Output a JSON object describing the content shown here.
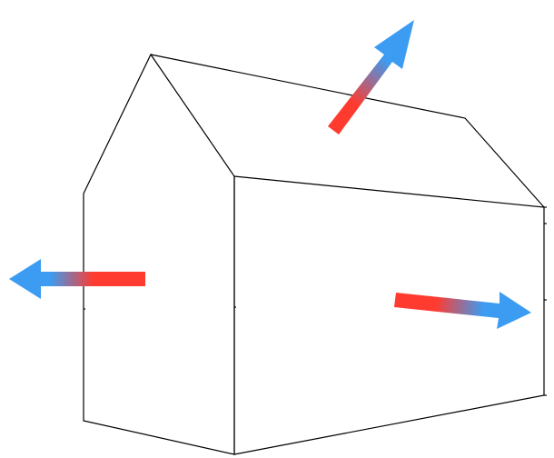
{
  "diagram": {
    "subject": "house-heat-loss-arrows",
    "colors": {
      "background": "#ffffff",
      "outline": "#000000",
      "arrow_warm": "#ff3b30",
      "arrow_cold": "#3b9cf2"
    },
    "arrows": [
      {
        "name": "heat-arrow-left",
        "direction": "left"
      },
      {
        "name": "heat-arrow-roof",
        "direction": "up-right"
      },
      {
        "name": "heat-arrow-right",
        "direction": "right"
      }
    ]
  }
}
